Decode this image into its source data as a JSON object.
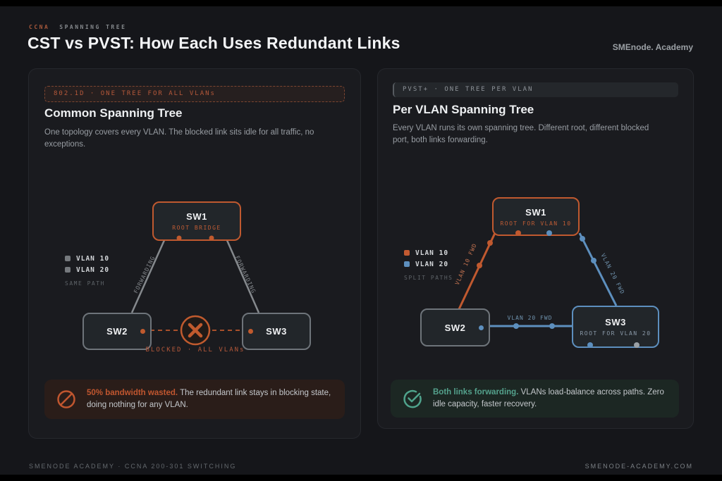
{
  "header": {
    "eyebrow_course": "CCNA",
    "eyebrow_topic": "SPANNING TREE",
    "title": "CST vs PVST: How Each Uses Redundant Links",
    "brand": "SMEnode. Academy"
  },
  "footer": {
    "left": "SMENODE ACADEMY · CCNA 200-301 SWITCHING",
    "right": "SMENODE-ACADEMY.COM"
  },
  "cst": {
    "tag": "802.1D · ONE TREE FOR ALL VLANs",
    "title": "Common Spanning Tree",
    "description": "One topology covers every VLAN. The blocked link sits idle for all traffic, no exceptions.",
    "legend": {
      "items": [
        {
          "label": "VLAN 10",
          "color": "#75797d"
        },
        {
          "label": "VLAN 20",
          "color": "#75797d"
        }
      ],
      "note": "SAME PATH"
    },
    "nodes": {
      "sw1": {
        "name": "SW1",
        "role": "ROOT BRIDGE"
      },
      "sw2": {
        "name": "SW2"
      },
      "sw3": {
        "name": "SW3"
      }
    },
    "links": {
      "left_label": "FORWARDING",
      "right_label": "FORWARDING",
      "blocked_label": "BLOCKED · ALL VLANs"
    },
    "callout": {
      "highlight": "50% bandwidth wasted.",
      "text": " The redundant link stays in blocking state, doing nothing for any VLAN."
    }
  },
  "pvst": {
    "tag": "PVST+ · ONE TREE PER VLAN",
    "title": "Per VLAN Spanning Tree",
    "description": "Every VLAN runs its own spanning tree. Different root, different blocked port, both links forwarding.",
    "legend": {
      "items": [
        {
          "label": "VLAN 10",
          "color": "#c25a31"
        },
        {
          "label": "VLAN 20",
          "color": "#5d8fbe"
        }
      ],
      "note": "SPLIT PATHS"
    },
    "nodes": {
      "sw1": {
        "name": "SW1",
        "role": "ROOT FOR VLAN 10"
      },
      "sw2": {
        "name": "SW2"
      },
      "sw3": {
        "name": "SW3",
        "role": "ROOT FOR VLAN 20"
      }
    },
    "links": {
      "left_label": "VLAN 10 FWD",
      "right_label": "VLAN 20 FWD",
      "bottom_label": "VLAN 20 FWD"
    },
    "callout": {
      "highlight": "Both links forwarding.",
      "text": " VLANs load-balance across paths. Zero idle capacity, faster recovery."
    }
  },
  "colors": {
    "accent_orange": "#c25a31",
    "accent_blue": "#5d8fbe",
    "accent_teal": "#4fa38c",
    "link_gray": "#85898d"
  }
}
